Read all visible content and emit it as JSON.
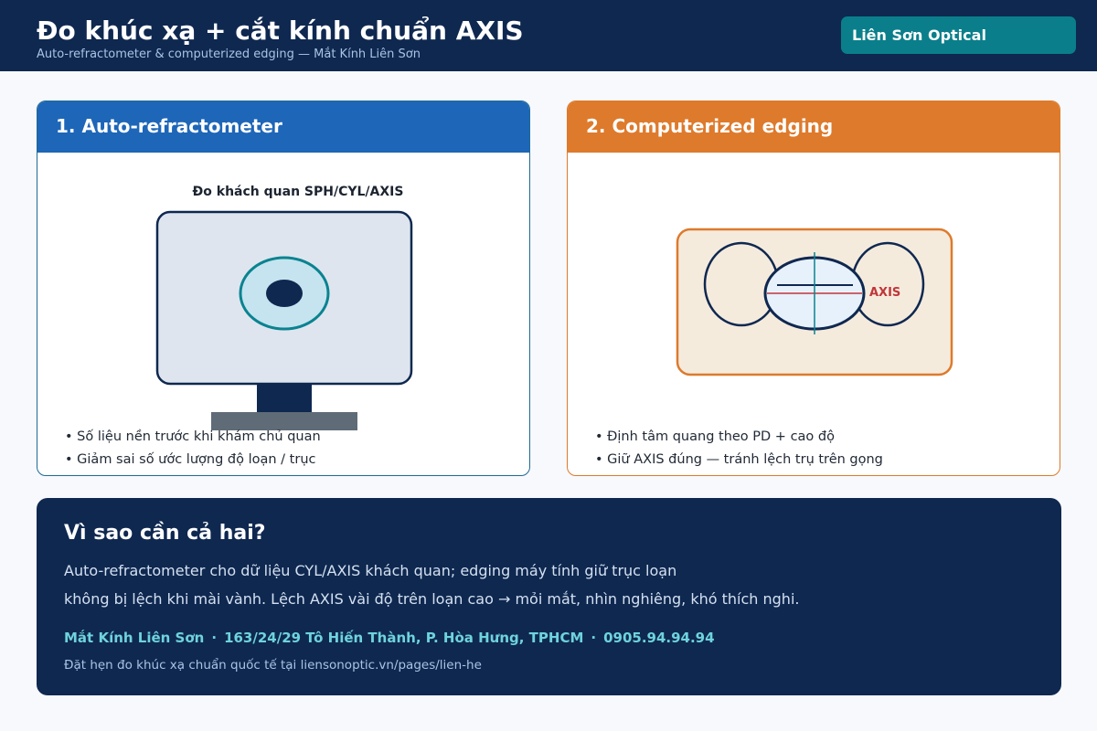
{
  "header": {
    "title": "Đo khúc xạ + cắt kính chuẩn AXIS",
    "subtitle": "Auto-refractometer & computerized edging — Mắt Kính Liên Sơn",
    "brand": "Liên Sơn Optical"
  },
  "panel1": {
    "title": "1. Auto-refractometer",
    "caption": "Đo khách quan SPH/CYL/AXIS",
    "bullets": [
      "Số liệu nền trước khi khám chủ quan",
      "Giảm sai số ước lượng độ loạn / trục"
    ]
  },
  "panel2": {
    "title": "2. Computerized edging",
    "axis_label": "AXIS",
    "bullets": [
      "Định tâm quang theo PD + cao độ",
      "Giữ AXIS đúng — tránh lệch trụ trên gọng"
    ]
  },
  "info": {
    "title": "Vì sao cần cả hai?",
    "line1": "Auto-refractometer cho dữ liệu CYL/AXIS khách quan; edging máy tính giữ trục loạn",
    "line2": "không bị lệch khi mài vành. Lệch AXIS vài độ trên loạn cao → mỏi mắt, nhìn nghiêng, khó thích nghi.",
    "contact_name": "Mắt Kính Liên Sơn",
    "contact_address": "163/24/29 Tô Hiến Thành, P. Hòa Hưng, TPHCM",
    "contact_phone": "0905.94.94.94",
    "contact_separator": "·",
    "footer": "Đặt hẹn đo khúc xạ chuẩn quốc tế tại liensonoptic.vn/pages/lien-he"
  },
  "colors": {
    "navy": "#0f2850",
    "blue": "#1e66b8",
    "orange": "#de7a2c",
    "teal": "#0a7f8b",
    "axis_red": "#c0363a"
  }
}
